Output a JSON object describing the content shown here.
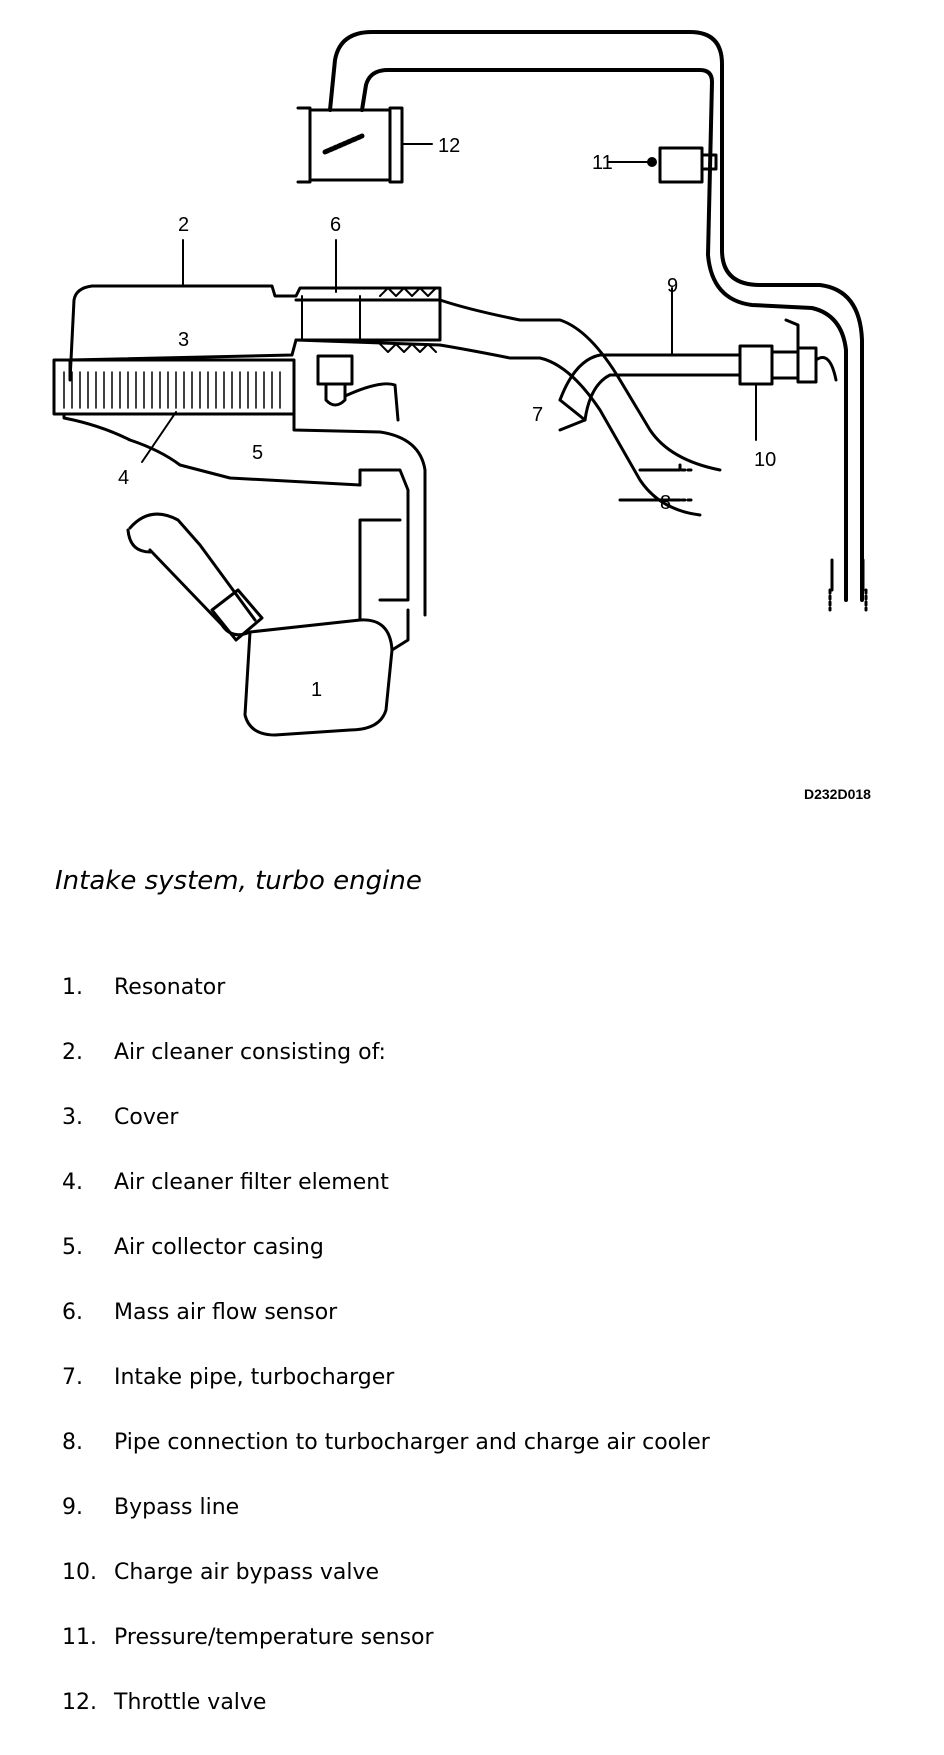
{
  "figure": {
    "callouts": [
      "1",
      "2",
      "3",
      "4",
      "5",
      "6",
      "7",
      "8",
      "9",
      "10",
      "11",
      "12"
    ],
    "drawing_code": "D232D018"
  },
  "caption": "Intake system, turbo engine",
  "legend": [
    {
      "num": "1.",
      "text": "Resonator"
    },
    {
      "num": "2.",
      "text": "Air cleaner consisting of:"
    },
    {
      "num": "3.",
      "text": "Cover"
    },
    {
      "num": "4.",
      "text": "Air cleaner filter element"
    },
    {
      "num": "5.",
      "text": "Air collector casing"
    },
    {
      "num": "6.",
      "text": "Mass air flow sensor"
    },
    {
      "num": "7.",
      "text": "Intake pipe, turbocharger"
    },
    {
      "num": "8.",
      "text": "Pipe connection to turbocharger and charge air cooler"
    },
    {
      "num": "9.",
      "text": "Bypass line"
    },
    {
      "num": "10.",
      "text": "Charge air bypass valve"
    },
    {
      "num": "11.",
      "text": "Pressure/temperature sensor"
    },
    {
      "num": "12.",
      "text": "Throttle valve"
    }
  ]
}
